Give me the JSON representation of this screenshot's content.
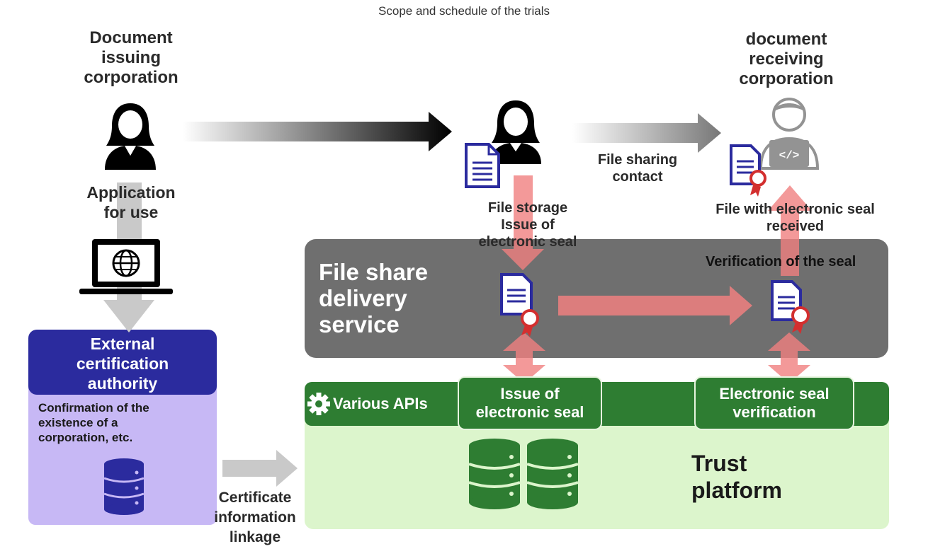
{
  "title": "Scope and schedule of the trials",
  "issuer": {
    "header": "Document issuing corporation",
    "header_lines": [
      "Document",
      "issuing",
      "corporation"
    ],
    "application": [
      "Application",
      "for use"
    ]
  },
  "receiver": {
    "header_lines": [
      "document",
      "receiving",
      "corporation"
    ]
  },
  "middle": {
    "storage_label": [
      "File storage",
      "Issue of",
      "electronic seal"
    ],
    "sharing_contact": [
      "File sharing",
      "contact"
    ]
  },
  "right": {
    "received_label": [
      "File with electronic seal",
      "received"
    ]
  },
  "file_share_service": {
    "label": [
      "File share",
      "delivery",
      "service"
    ],
    "verification_label": "Verification of the seal"
  },
  "external_ca": {
    "title": [
      "External",
      "certification",
      "authority"
    ],
    "description": [
      "Confirmation of the",
      "existence of a",
      "corporation, etc."
    ]
  },
  "linkage": [
    "Certificate",
    "information",
    "linkage"
  ],
  "trust_platform": {
    "apis_label": "Various APIs",
    "issue_tab": [
      "Issue of",
      "electronic seal"
    ],
    "verify_tab": [
      "Electronic seal",
      "verification"
    ],
    "label": [
      "Trust",
      "platform"
    ]
  },
  "colors": {
    "navy": "#2b2b9e",
    "lavender": "#c7b8f5",
    "dark_gray": "#6f6f6f",
    "green": "#2e7d32",
    "light_green": "#dcf5cc",
    "pink_arrow": "#f08080",
    "seal_red": "#d32f2f"
  },
  "icons": [
    "person-icon",
    "laptop-globe-icon",
    "document-icon",
    "document-seal-icon",
    "database-icon",
    "gear-icon",
    "code-laptop-person-icon"
  ]
}
